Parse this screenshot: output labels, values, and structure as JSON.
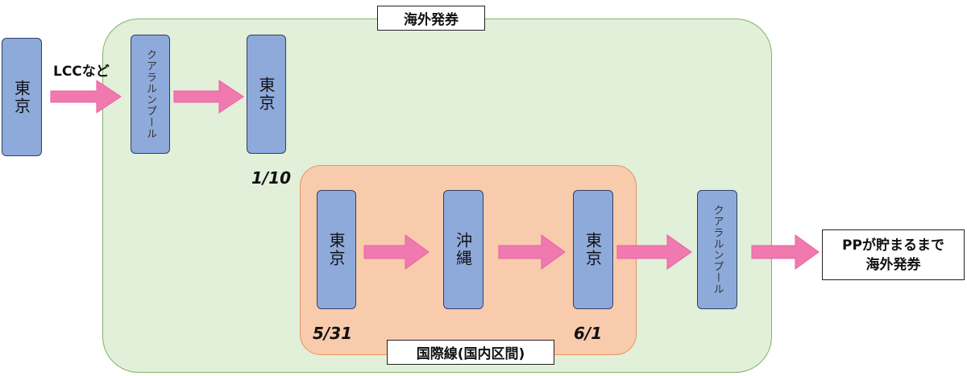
{
  "colors": {
    "green_region": "#e2efd9",
    "orange_region": "#f8cbad",
    "node": "#8eaadb",
    "arrow": "#f07ab0"
  },
  "regions": {
    "overseas_label": "海外発券",
    "domestic_label": "国際線(国内区間)"
  },
  "nodes": {
    "tokyo_start": "東京",
    "kl_1": "クアラルンプール",
    "tokyo_2": "東京",
    "tokyo_3": "東京",
    "okinawa": "沖縄",
    "tokyo_4": "東京",
    "kl_2": "クアラルンプール"
  },
  "labels": {
    "lcc": "LCCなど",
    "date_1": "1/10",
    "date_2": "5/31",
    "date_3": "6/1"
  },
  "end_box": {
    "line1": "PPが貯まるまで",
    "line2": "海外発券"
  }
}
